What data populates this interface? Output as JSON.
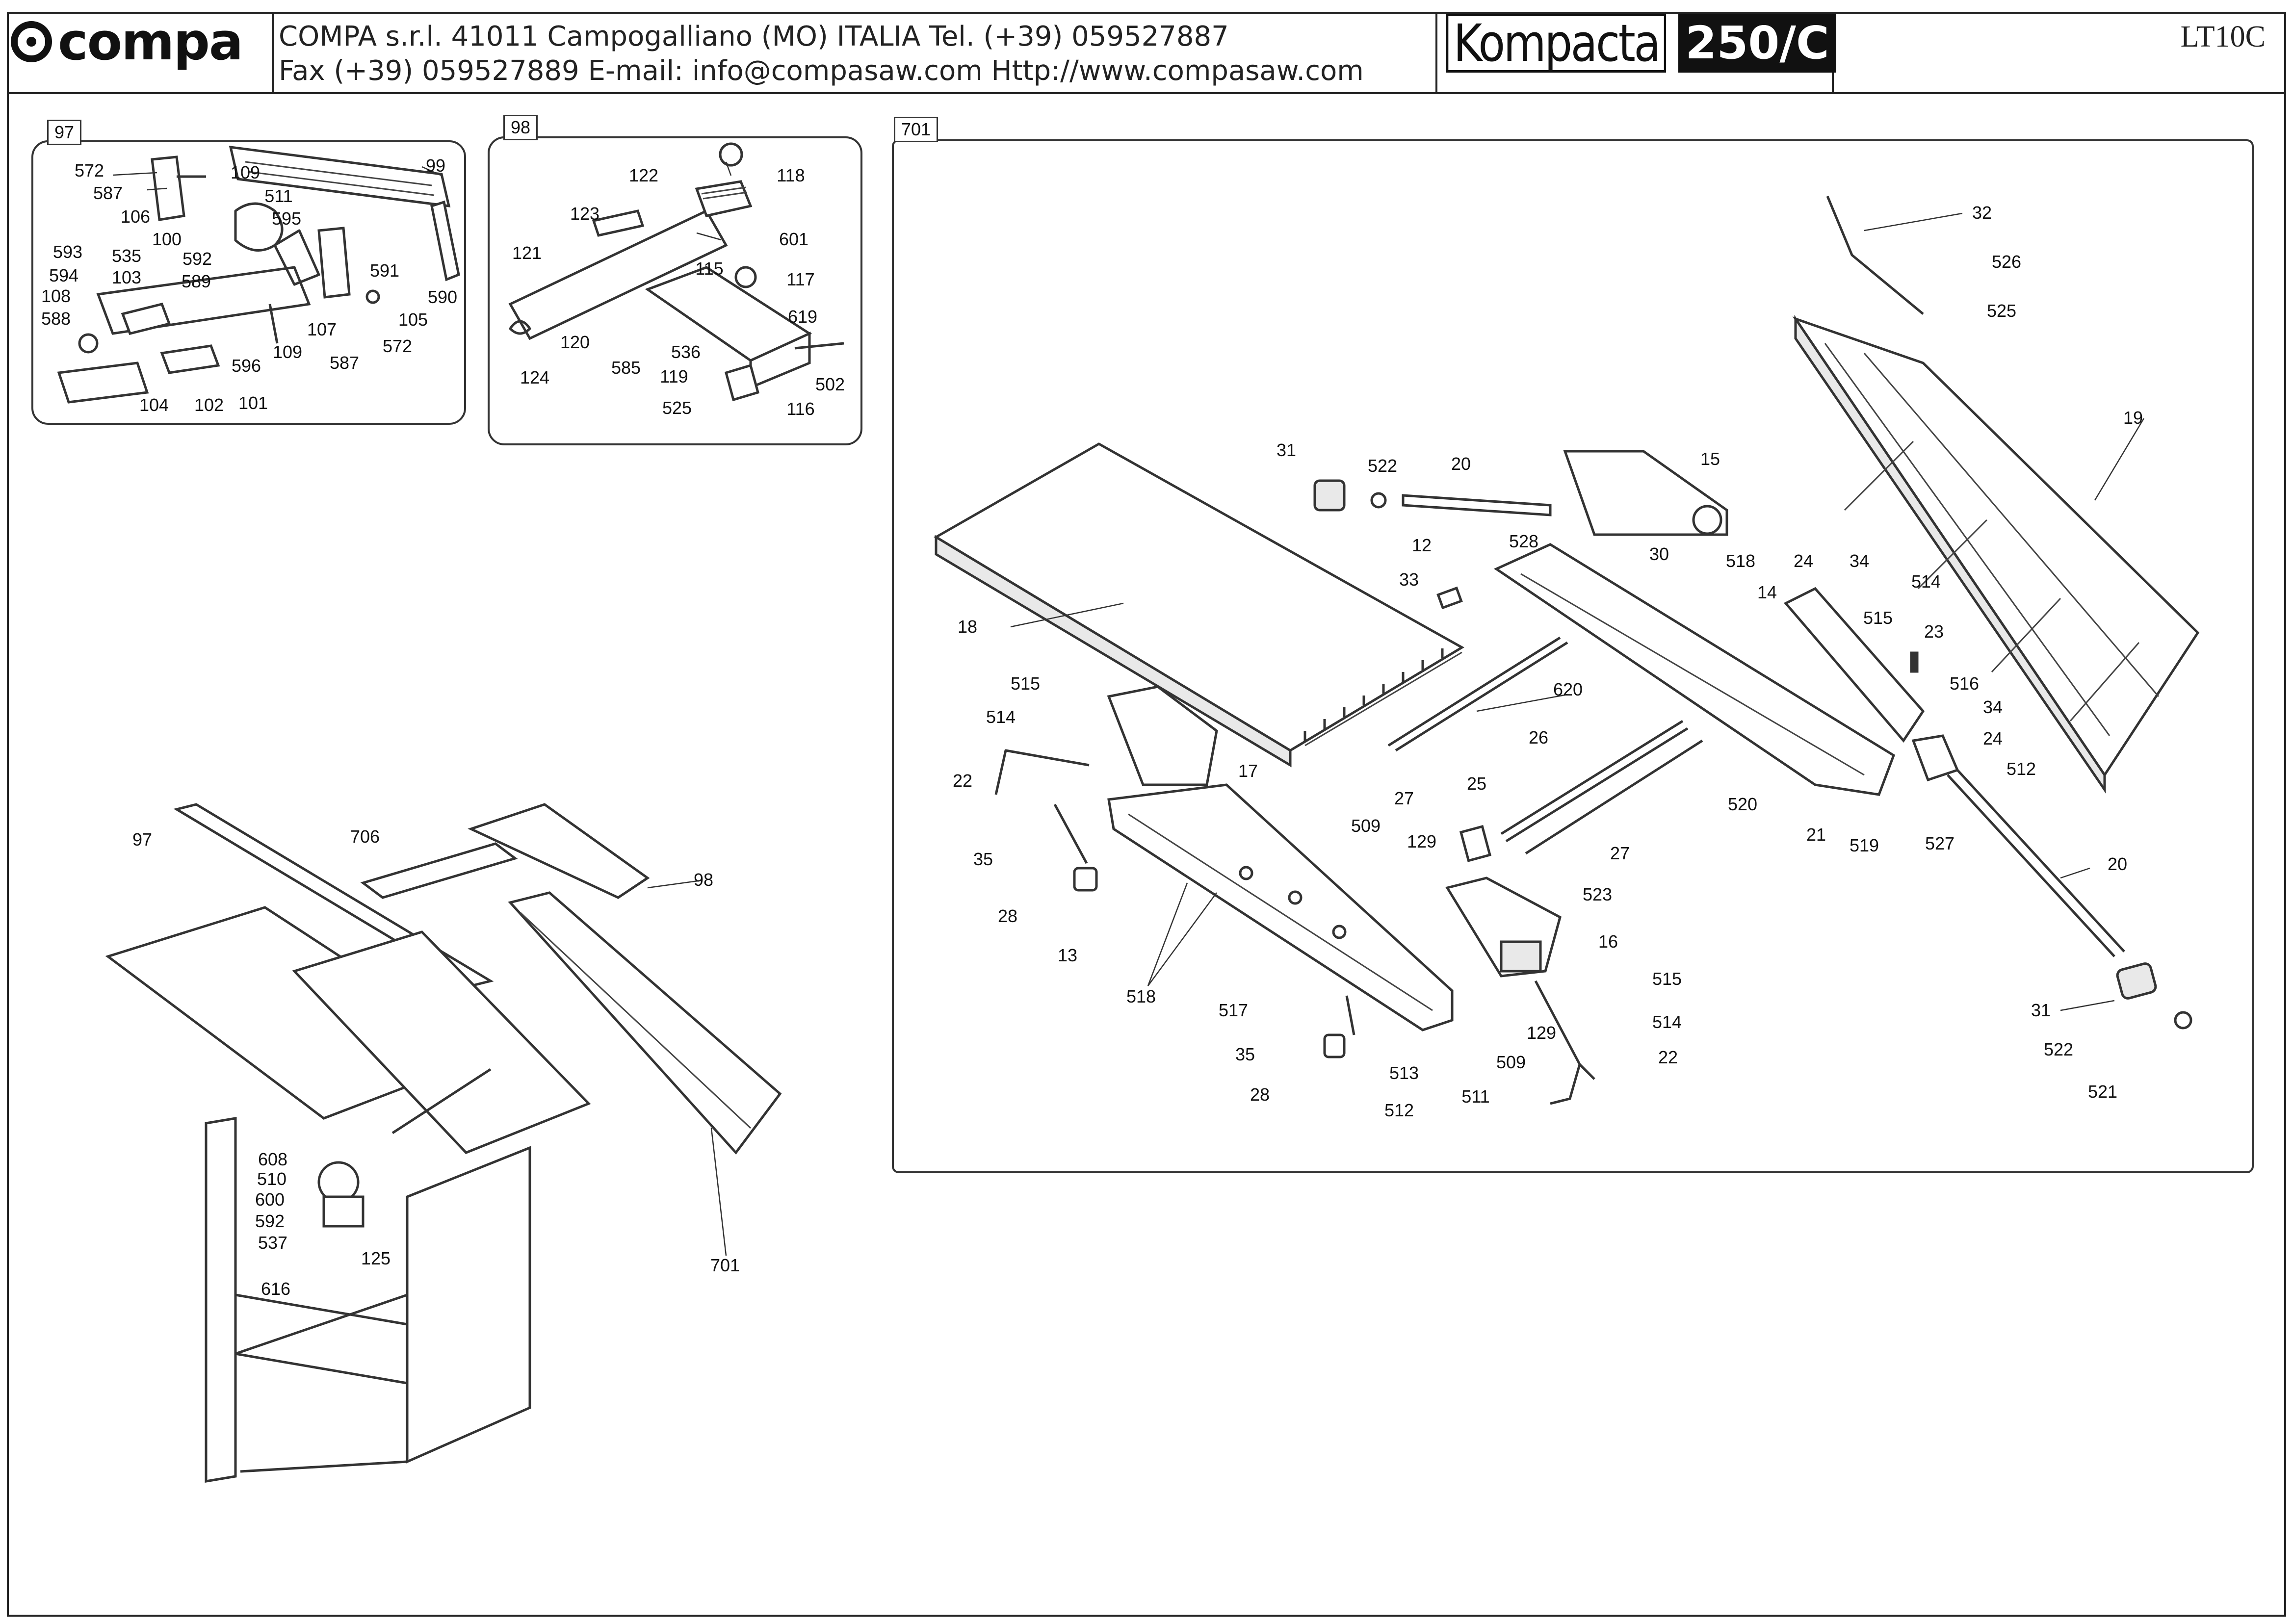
{
  "header": {
    "logo_text": "compa",
    "line1": "COMPA s.r.l. 41011 Campogalliano (MO) ITALIA Tel. (+39) 059527887",
    "line2": "Fax (+39) 059527889 E-mail: info@compasaw.com Http://www.compasaw.com",
    "brand": "Kompacta",
    "model": "250/C",
    "code": "LT10C"
  },
  "panels": {
    "p97": {
      "tag": "97",
      "labels": [
        "572",
        "587",
        "106",
        "100",
        "109",
        "511",
        "595",
        "592",
        "589",
        "591",
        "99",
        "590",
        "105",
        "572",
        "587",
        "107",
        "109",
        "593",
        "594",
        "535",
        "103",
        "108",
        "588",
        "596",
        "104",
        "102",
        "101"
      ]
    },
    "p98": {
      "tag": "98",
      "labels": [
        "122",
        "118",
        "123",
        "601",
        "121",
        "115",
        "117",
        "619",
        "120",
        "585",
        "536",
        "119",
        "502",
        "525",
        "116",
        "124"
      ]
    },
    "p701": {
      "tag": "701",
      "labels": [
        "32",
        "526",
        "525",
        "19",
        "31",
        "522",
        "20",
        "15",
        "528",
        "30",
        "518",
        "12",
        "33",
        "24",
        "34",
        "14",
        "515",
        "514",
        "23",
        "516",
        "34",
        "24",
        "512",
        "18",
        "620",
        "26",
        "520",
        "27",
        "21",
        "519",
        "527",
        "20",
        "515",
        "514",
        "22",
        "17",
        "25",
        "509",
        "129",
        "27",
        "35",
        "523",
        "28",
        "16",
        "13",
        "515",
        "518",
        "514",
        "517",
        "129",
        "35",
        "509",
        "22",
        "513",
        "28",
        "511",
        "512",
        "31",
        "522",
        "521"
      ]
    }
  },
  "assembly": {
    "labels": [
      "97",
      "706",
      "98",
      "701",
      "608",
      "510",
      "600",
      "592",
      "537",
      "125",
      "616"
    ]
  }
}
